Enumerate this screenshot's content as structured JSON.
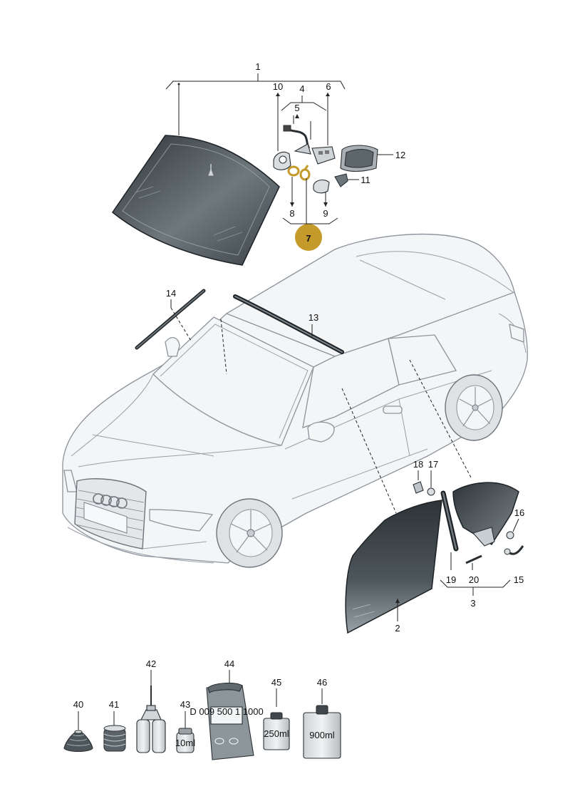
{
  "callouts": {
    "c1": "1",
    "c2": "2",
    "c3": "3",
    "c4": "4",
    "c5": "5",
    "c6": "6",
    "c7": "7",
    "c8": "8",
    "c9": "9",
    "c10": "10",
    "c11": "11",
    "c12": "12",
    "c13": "13",
    "c14": "14",
    "c15": "15",
    "c16": "16",
    "c17": "17",
    "c18": "18",
    "c19": "19",
    "c20": "20",
    "c40": "40",
    "c41": "41",
    "c42": "42",
    "c43": "43",
    "c44": "44",
    "c45": "45",
    "c46": "46"
  },
  "package_text": {
    "bag_code": "D 009 500 1 1000",
    "bottle43": "10ml",
    "bottle45": "250ml",
    "bottle46": "900ml"
  },
  "colors": {
    "highlight": "#c49a2a",
    "glass_dark": "#3b4348",
    "glass_light": "#8a9399",
    "car_outline": "#8d939b"
  }
}
